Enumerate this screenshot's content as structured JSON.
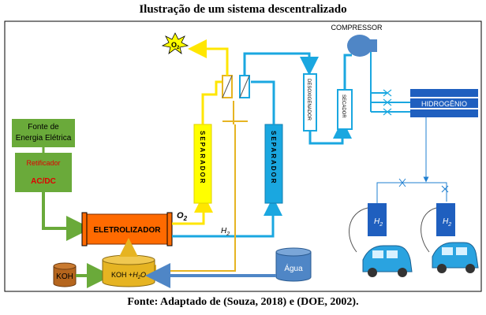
{
  "title": "Ilustração de um sistema descentralizado",
  "caption": "Fonte: Adaptado de (Souza, 2018) e (DOE, 2002).",
  "labels": {
    "fonte_line1": "Fonte de",
    "fonte_line2": "Energia Elétrica",
    "retificador": "Retificador",
    "acdc": "AC/DC",
    "eletrolizador": "ELETROLIZADOR",
    "koh": "KOH",
    "koh_h2o": "KOH +",
    "h2o": "H",
    "h2o_sub": "2",
    "h2o_o": "O",
    "agua": "Água",
    "o2": "O",
    "o2_sub": "2",
    "h2_flow": "H",
    "h2_flow_sub": "2",
    "separador_o2": "SEPARADOR",
    "separador_h2": "SEPARADOR",
    "desoxigenador": "DESOXIGENADOR",
    "secador": "SECADOR",
    "compressor": "COMPRESSOR",
    "hidrogenio": "HIDROGÊNIO",
    "dispenser_h": "H",
    "dispenser_sub": "2",
    "o2_icon_text": "O",
    "o2_icon_sub": "2"
  },
  "colors": {
    "yellow": "#ffff00",
    "o2_line": "#ffe600",
    "blue_line": "#1aa7e0",
    "dark_blue": "#1f5fbf",
    "orange": "#ff6a00",
    "green": "#6aaa3a",
    "koh_brown": "#b5651d",
    "gold": "#e6b422",
    "water_blue": "#4f86c6"
  }
}
